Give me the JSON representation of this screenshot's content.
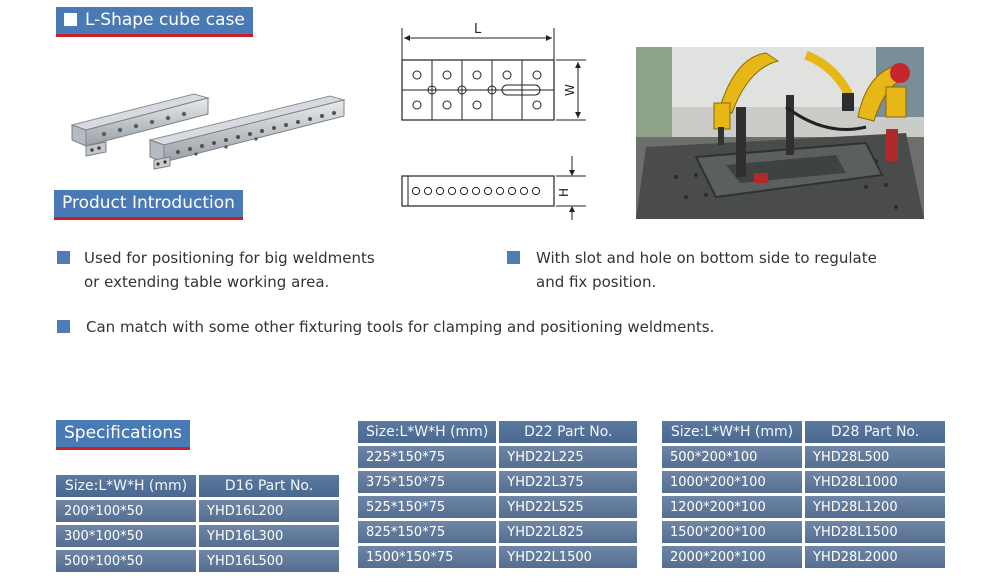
{
  "header": {
    "case_title": "L-Shape cube case"
  },
  "product_intro": {
    "title": "Product Introduction"
  },
  "diagram": {
    "length_label": "L",
    "width_label": "W",
    "height_label": "H"
  },
  "features": [
    {
      "line1": "Used for positioning for big weldments",
      "line2": "or extending table working area."
    },
    {
      "line1": "With slot and hole on bottom side to regulate",
      "line2": "and fix position."
    },
    {
      "line1": "Can match with some other fixturing tools for clamping and positioning weldments."
    }
  ],
  "specifications": {
    "title": "Specifications",
    "d16": {
      "headers": [
        "Size:L*W*H (mm)",
        "D16 Part No."
      ],
      "rows": [
        [
          "200*100*50",
          "YHD16L200"
        ],
        [
          "300*100*50",
          "YHD16L300"
        ],
        [
          "500*100*50",
          "YHD16L500"
        ]
      ]
    },
    "d22": {
      "headers": [
        "Size:L*W*H (mm)",
        "D22 Part No."
      ],
      "rows": [
        [
          "225*150*75",
          "YHD22L225"
        ],
        [
          "375*150*75",
          "YHD22L375"
        ],
        [
          "525*150*75",
          "YHD22L525"
        ],
        [
          "825*150*75",
          "YHD22L825"
        ],
        [
          "1500*150*75",
          "YHD22L1500"
        ]
      ]
    },
    "d28": {
      "headers": [
        "Size:L*W*H (mm)",
        "D28 Part No."
      ],
      "rows": [
        [
          "500*200*100",
          "YHD28L500"
        ],
        [
          "1000*200*100",
          "YHD28L1000"
        ],
        [
          "1200*200*100",
          "YHD28L1200"
        ],
        [
          "1500*200*100",
          "YHD28L1500"
        ],
        [
          "2000*200*100",
          "YHD28L2000"
        ]
      ]
    }
  },
  "colors": {
    "tag_blue": "#4a7ab6",
    "tag_underline": "#c8202a",
    "table_header": "#4e6d93",
    "table_cell": "#60799b"
  }
}
